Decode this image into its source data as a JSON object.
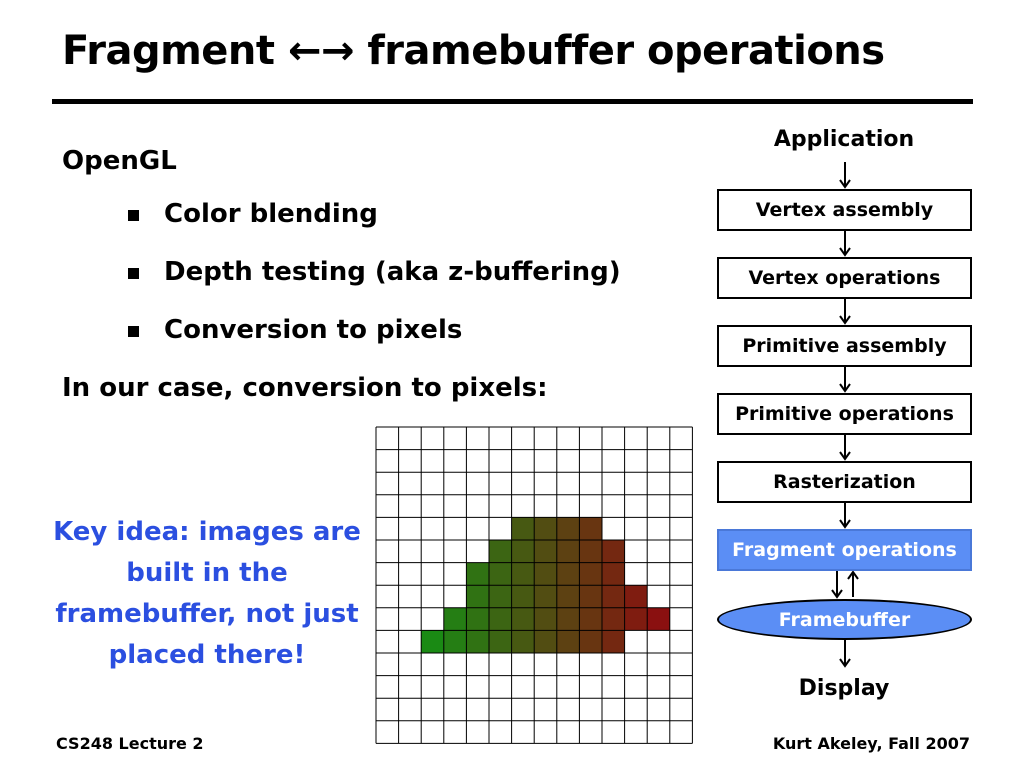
{
  "slide": {
    "title": "Fragment ←→ framebuffer operations",
    "heading_opengl": "OpenGL",
    "bullets": [
      "Color blending",
      "Depth testing (aka z-buffering)",
      "Conversion to pixels"
    ],
    "heading_case": "In our case, conversion to pixels:",
    "key_idea": "Key idea: images are built in the framebuffer, not just placed there!",
    "footer_left": "CS248 Lecture 2",
    "footer_right": "Kurt Akeley, Fall 2007"
  },
  "pipeline": {
    "top_label": "Application",
    "stages": [
      "Vertex assembly",
      "Vertex operations",
      "Primitive assembly",
      "Primitive operations",
      "Rasterization",
      "Fragment operations"
    ],
    "framebuffer": "Framebuffer",
    "bottom_label": "Display",
    "highlight_color": "#5b8ef5"
  },
  "pixel_grid": {
    "cols": 14,
    "rows": 14,
    "line_color": "#000000",
    "filled_cells": {
      "row_4": [
        6,
        7,
        8,
        9
      ],
      "row_5": [
        5,
        6,
        7,
        8,
        9,
        10
      ],
      "row_6": [
        4,
        5,
        6,
        7,
        8,
        9,
        10
      ],
      "row_7": [
        4,
        5,
        6,
        7,
        8,
        9,
        10,
        11
      ],
      "row_8": [
        3,
        4,
        5,
        6,
        7,
        8,
        9,
        10,
        11,
        12
      ],
      "row_9": [
        2,
        3,
        4,
        5,
        6,
        7,
        8,
        9,
        10
      ]
    },
    "color_left": "#1a8a14",
    "color_right": "#8a1010"
  }
}
